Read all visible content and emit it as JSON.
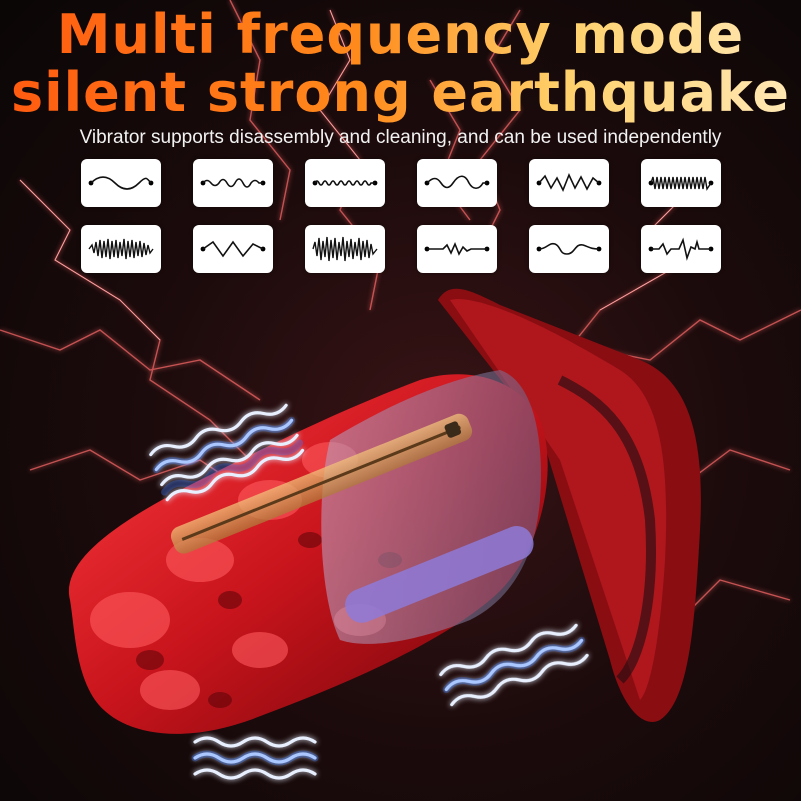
{
  "headline": {
    "line1": "Multi frequency mode",
    "line2": "silent strong earthquake"
  },
  "subtitle": "Vibrator supports disassembly and cleaning, and can be used independently",
  "modes": {
    "row1": [
      "wave-slow-icon",
      "wave-pulse-icon",
      "wave-dense-icon",
      "wave-bump-icon",
      "wave-zigzag-icon",
      "wave-tight-icon"
    ],
    "row2": [
      "wave-burst-icon",
      "wave-triangle-icon",
      "wave-spike-icon",
      "wave-step-icon",
      "wave-curve-icon",
      "wave-heartbeat-icon"
    ]
  },
  "icons": {
    "vibration_waves": "vibration-waves-icon",
    "lightning": "lightning-icon",
    "product": "product-illustration"
  },
  "colors": {
    "headline_from": "#ff5a10",
    "headline_to": "#ffe9b8",
    "wave_glow": "#3a7bff",
    "product_red": "#c8141c"
  }
}
